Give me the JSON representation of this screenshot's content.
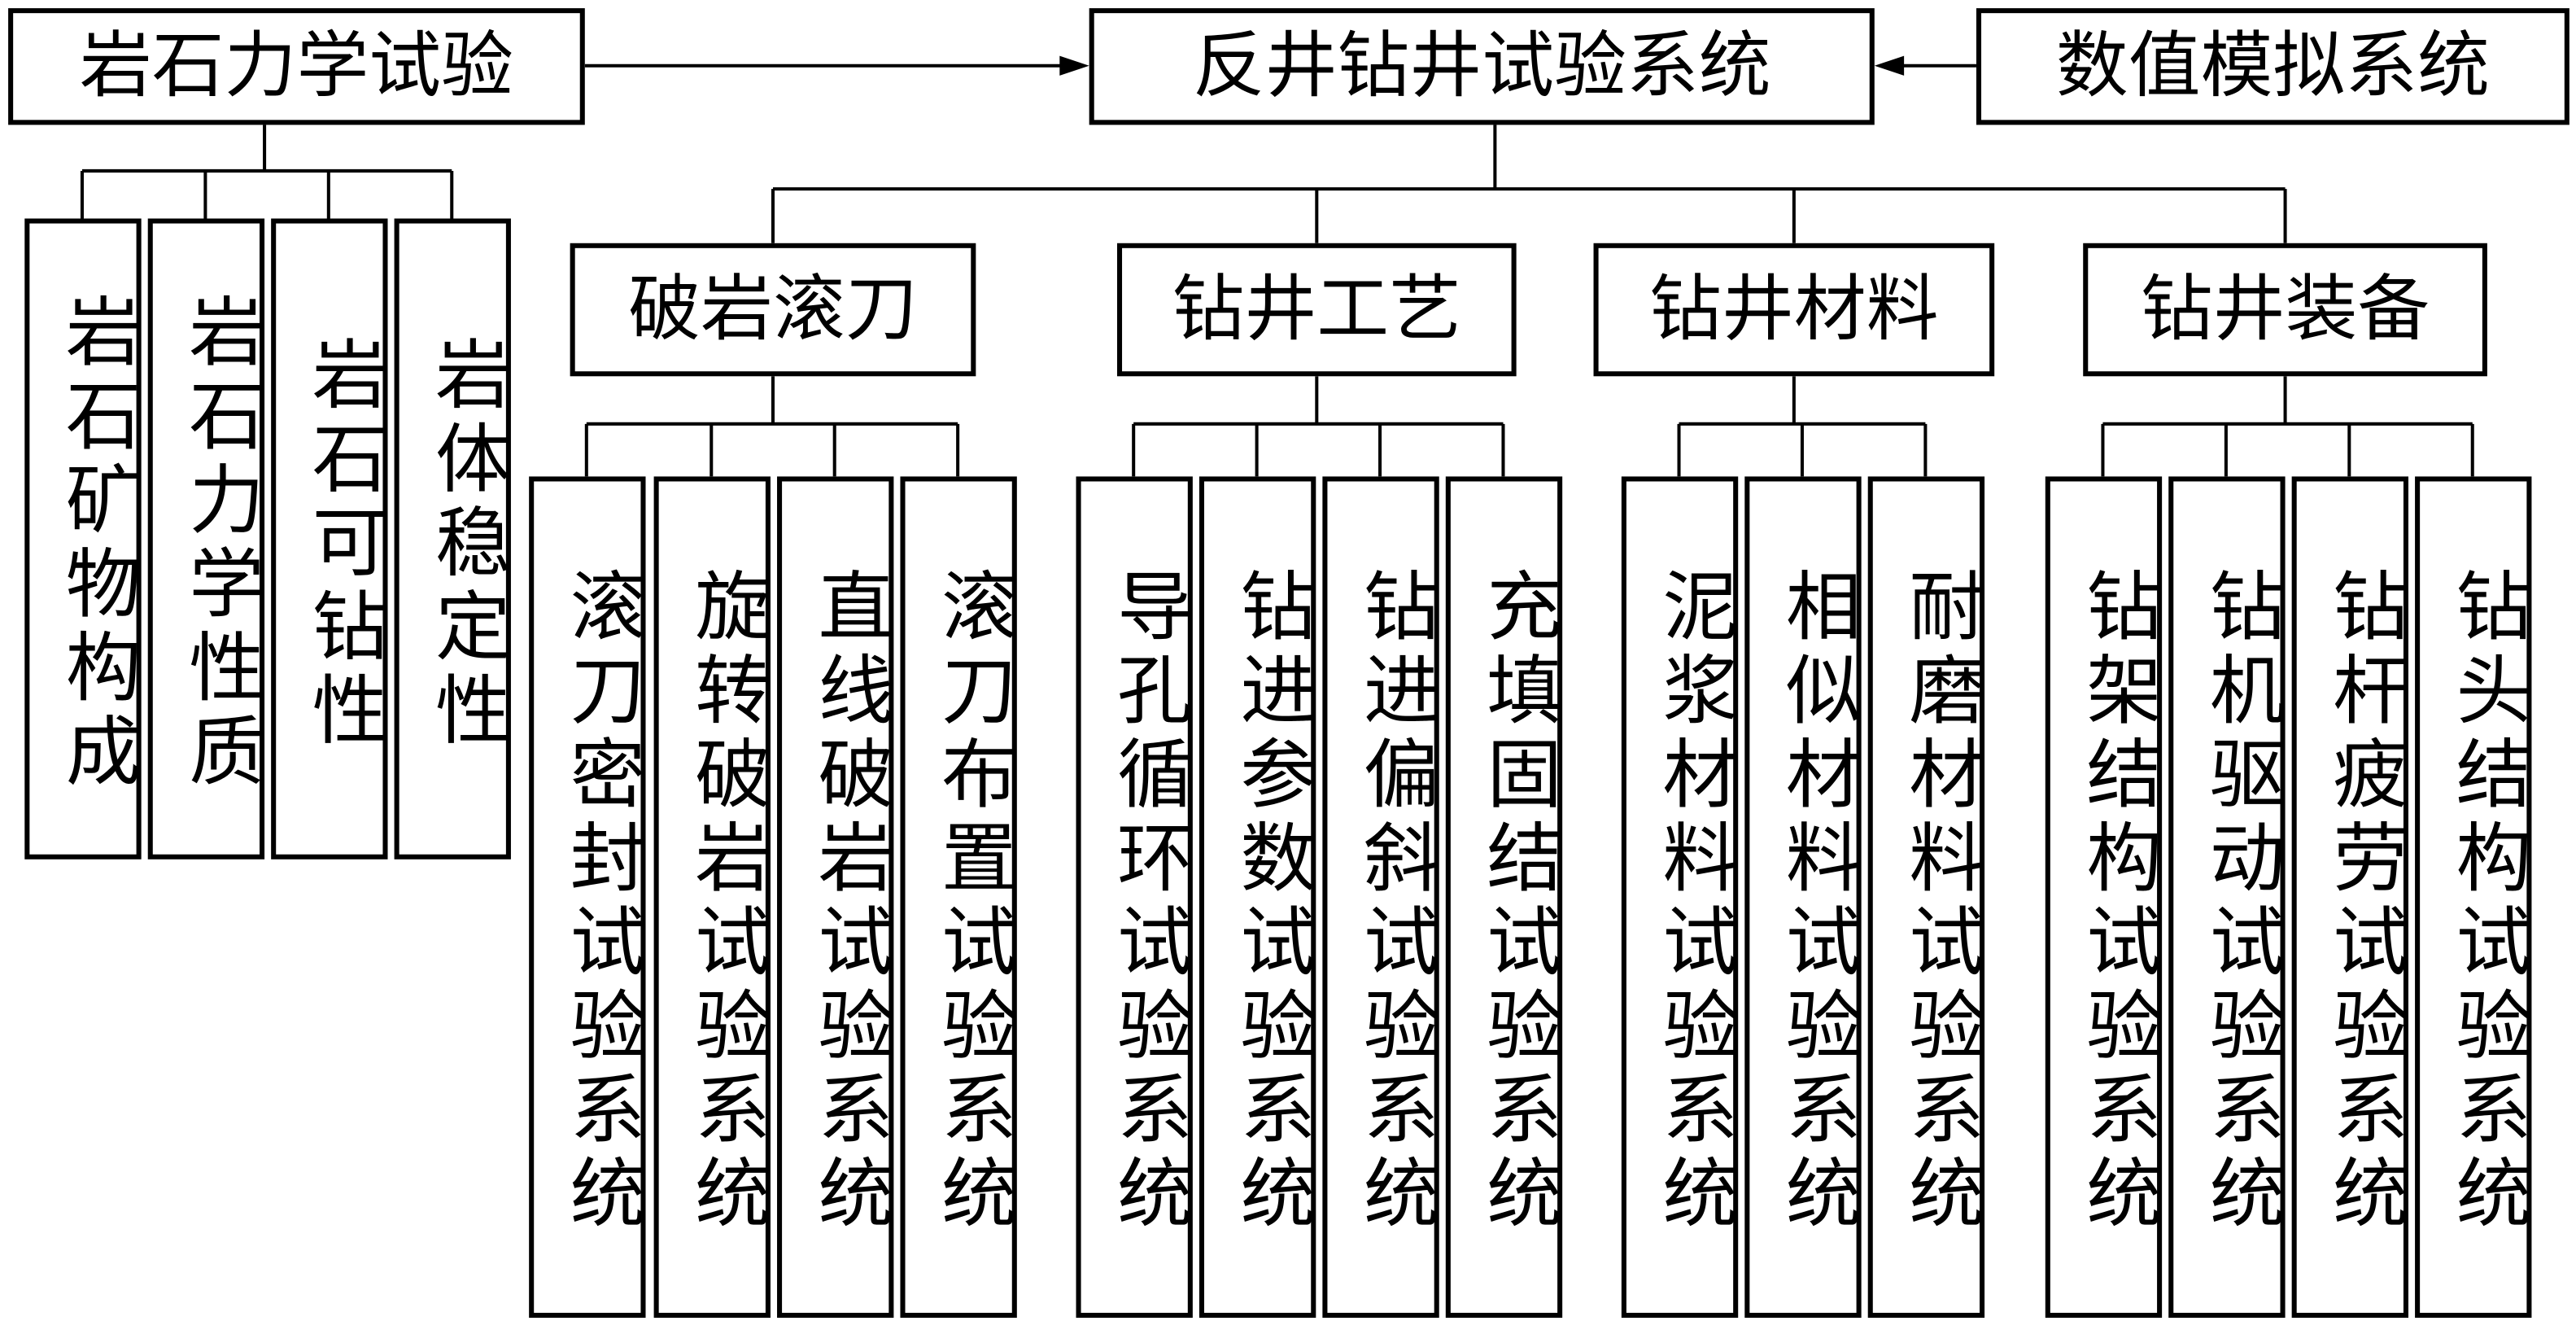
{
  "top": {
    "left": "岩石力学试验",
    "center": "反井钻井试验系统",
    "right": "数值模拟系统"
  },
  "rock_tests": [
    "岩石矿物构成",
    "岩石力学性质",
    "岩石可钻性",
    "岩体稳定性"
  ],
  "categories": [
    {
      "label": "破岩滚刀",
      "children": [
        "滚刀密封试验系统",
        "旋转破岩试验系统",
        "直线破岩试验系统",
        "滚刀布置试验系统"
      ]
    },
    {
      "label": "钻井工艺",
      "children": [
        "导孔循环试验系统",
        "钻进参数试验系统",
        "钻进偏斜试验系统",
        "充填固结试验系统"
      ]
    },
    {
      "label": "钻井材料",
      "children": [
        "泥浆材料试验系统",
        "相似材料试验系统",
        "耐磨材料试验系统"
      ]
    },
    {
      "label": "钻井装备",
      "children": [
        "钻架结构试验系统",
        "钻机驱动试验系统",
        "钻杆疲劳试验系统",
        "钻头结构试验系统"
      ]
    }
  ]
}
